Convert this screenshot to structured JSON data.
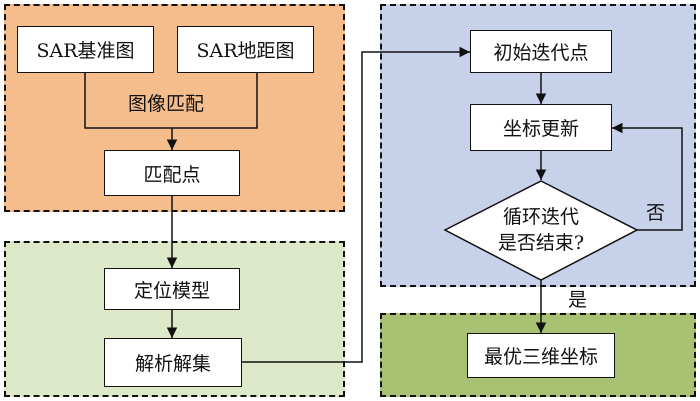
{
  "colors": {
    "region_top_left": "#F6BD8C",
    "region_bottom_left": "#DCE8C8",
    "region_top_right": "#C8D1EA",
    "region_bottom_right": "#A9C173",
    "stroke": "#111111"
  },
  "nodes": {
    "sar_reference": "SAR基准图",
    "sar_ground_range": "SAR地距图",
    "matching_points": "匹配点",
    "positioning_model": "定位模型",
    "analytic_solution": "解析解集",
    "initial_iteration_point": "初始迭代点",
    "coordinate_update": "坐标更新",
    "loop_end_line1": "循环迭代",
    "loop_end_line2": "是否结束?",
    "optimal_3d_coordinates": "最优三维坐标"
  },
  "edge_labels": {
    "image_matching": "图像匹配",
    "no": "否",
    "yes": "是"
  }
}
